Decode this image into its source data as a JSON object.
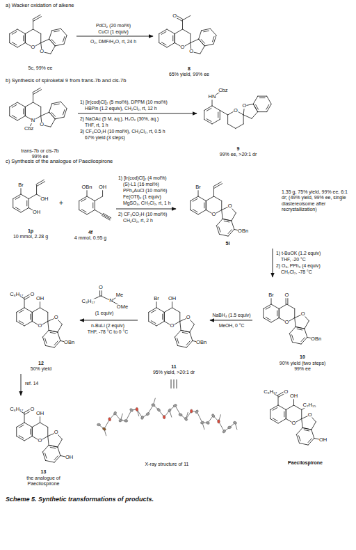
{
  "diagram": {
    "caption": "Scheme 5. Synthetic transformations of products.",
    "nodes": [
      {
        "text": [
          "5c, 99% ee"
        ]
      },
      {
        "text": [
          "8",
          "65% yield, 99% ee"
        ]
      },
      {
        "text": [
          "trans-7b or cis-7b",
          "99% ee"
        ]
      },
      {
        "text": [
          "9",
          "99% ee, >20:1 dr"
        ]
      },
      {
        "text": [
          "1p",
          "10 mmol, 2.28 g"
        ]
      },
      {
        "text": [
          "4f",
          "4 mmol, 0.95 g"
        ]
      },
      {
        "text": [
          "5l"
        ]
      },
      {
        "text": [
          "10",
          "90% yield (two steps)",
          "99% ee"
        ]
      },
      {
        "text": [
          "11",
          "95% yield, >20:1 dr"
        ]
      },
      {
        "text": [
          "12",
          "50% yield"
        ]
      },
      {
        "text": [
          "13",
          "the analogue of Paecilospirone"
        ]
      },
      {
        "text": [
          "X-ray structure of 11"
        ]
      },
      {
        "text": [
          "Paecilospirone"
        ]
      }
    ],
    "edges": [
      {
        "from": 0,
        "to": 1,
        "arrow": "to"
      },
      {
        "from": 2,
        "to": 3,
        "arrow": "to"
      },
      {
        "from": 5,
        "to": 6,
        "arrow": "to"
      },
      {
        "from": 6,
        "to": 7,
        "arrow": "to"
      },
      {
        "from": 7,
        "to": 8,
        "arrow": "to"
      },
      {
        "from": 8,
        "to": 9,
        "arrow": "to"
      },
      {
        "from": 9,
        "to": 10,
        "arrow": "to"
      }
    ],
    "labels": [
      "a) Wacker oxidation of alkene",
      "O",
      "O",
      "PdCl₂ (20 mol%)",
      "CuCl (1 equiv)",
      "O₂, DMF/H₂O, rt, 24 h",
      "O",
      "O",
      "O",
      "b) Synthesis of spiroketal 9 from trans-7b and cis-7b",
      "N",
      "Cbz",
      "O",
      "1) [Ir(cod)Cl]₂ (5 mol%), DPPM (10 mol%)",
      "HBPin (1.2 equiv), CH₂Cl₂, rt, 12 h",
      "2) NaOAc (5 M, aq.), H₂O₂ (30%, aq.)",
      "THF, rt, 1 h",
      "3) CF₃CO₂H (10 mol%), CH₂Cl₂, rt, 0.5 h",
      "67% yield (3 steps)",
      "HN",
      "Cbz",
      "O",
      "O",
      "c) Synthesis of the analogue of Paecilospirone",
      "Br",
      "OH",
      "OH",
      "+",
      "OBn",
      "OH",
      "1) [Ir(cod)Cl]₂ (4 mol%)",
      "(S)-L1 (16 mol%)",
      "PPh₃AuCl (10 mol%)",
      "Fe(OTf)₂ (1 equiv)",
      "MgSO₄, CH₂Cl₂, rt, 1 h",
      "2) CF₃CO₂H (10 mol%)",
      "CH₂Cl₂, rt, 2 h",
      "Br",
      "O",
      "O",
      "OBn",
      "1.35 g, 75% yield, 99% ee, 6:1 dr; (49% yield, 99% ee, single diastereoisome after recrystallization)",
      "1) t-BuOK (1.2 equiv)",
      "THF, -20 °C",
      "2) O₃, PPh₃ (4 equiv)",
      "CH₂Cl₂, -78 °C",
      "Br",
      "O",
      "O",
      "O",
      "OBn",
      "NaBH₄ (1.5 equiv)",
      "MeOH, 0 °C",
      "Br",
      "OH",
      "O",
      "O",
      "OBn",
      "C₈H₁₇",
      "O",
      "N",
      "Me",
      "OMe",
      "(1 equiv)",
      "n-BuLi (2 equiv)",
      "THF, -78 °C to 0 °C",
      "C₈H₁₇",
      "O",
      "OH",
      "O",
      "O",
      "OBn",
      "ref. 14",
      "C₈H₁₇",
      "O",
      "OH",
      "O",
      "O",
      "OH",
      "C₈H₁₇",
      "O",
      "OH",
      "C₇H₁₅",
      "O",
      "O",
      "OH"
    ]
  }
}
